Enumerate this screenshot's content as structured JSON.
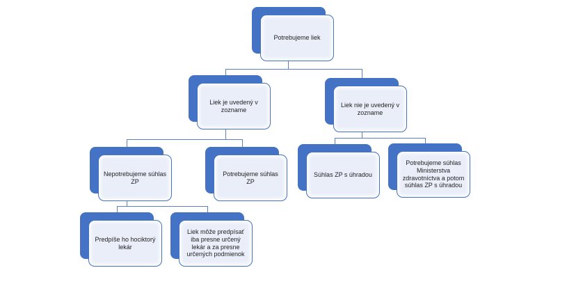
{
  "diagram": {
    "type": "hierarchy-flowchart",
    "nodes": [
      {
        "id": "root",
        "label": "Potrebujeme liek",
        "parent": null
      },
      {
        "id": "listed",
        "label": "Liek je uvedený v zozname",
        "parent": "root"
      },
      {
        "id": "not-listed",
        "label": "Liek nie je uvedený v zozname",
        "parent": "root"
      },
      {
        "id": "no-consent",
        "label": "Nepotrebujeme súhlas ZP",
        "parent": "listed"
      },
      {
        "id": "need-consent",
        "label": "Potrebujeme súhlas ZP",
        "parent": "listed"
      },
      {
        "id": "consent-payment",
        "label": "Súhlas ZP s úhradou",
        "parent": "not-listed"
      },
      {
        "id": "ministry-consent",
        "label": "Potrebujeme súhlas Ministerstva zdravotníctva a potom súhlas ZP s úhradou",
        "parent": "not-listed"
      },
      {
        "id": "any-doctor",
        "label": "Predpíše ho hociktorý lekár",
        "parent": "no-consent"
      },
      {
        "id": "specific-doctor",
        "label": "Liek môže predpísať iba presne určený lekár a za presne určených podmienok",
        "parent": "no-consent"
      }
    ],
    "colors": {
      "accent": "#4472C4",
      "node_fill": "#E9EEF8",
      "node_border": "#4472C4",
      "connector": "#5B7FC4",
      "text": "#1F1F1F",
      "background": "#FFFFFF"
    }
  }
}
